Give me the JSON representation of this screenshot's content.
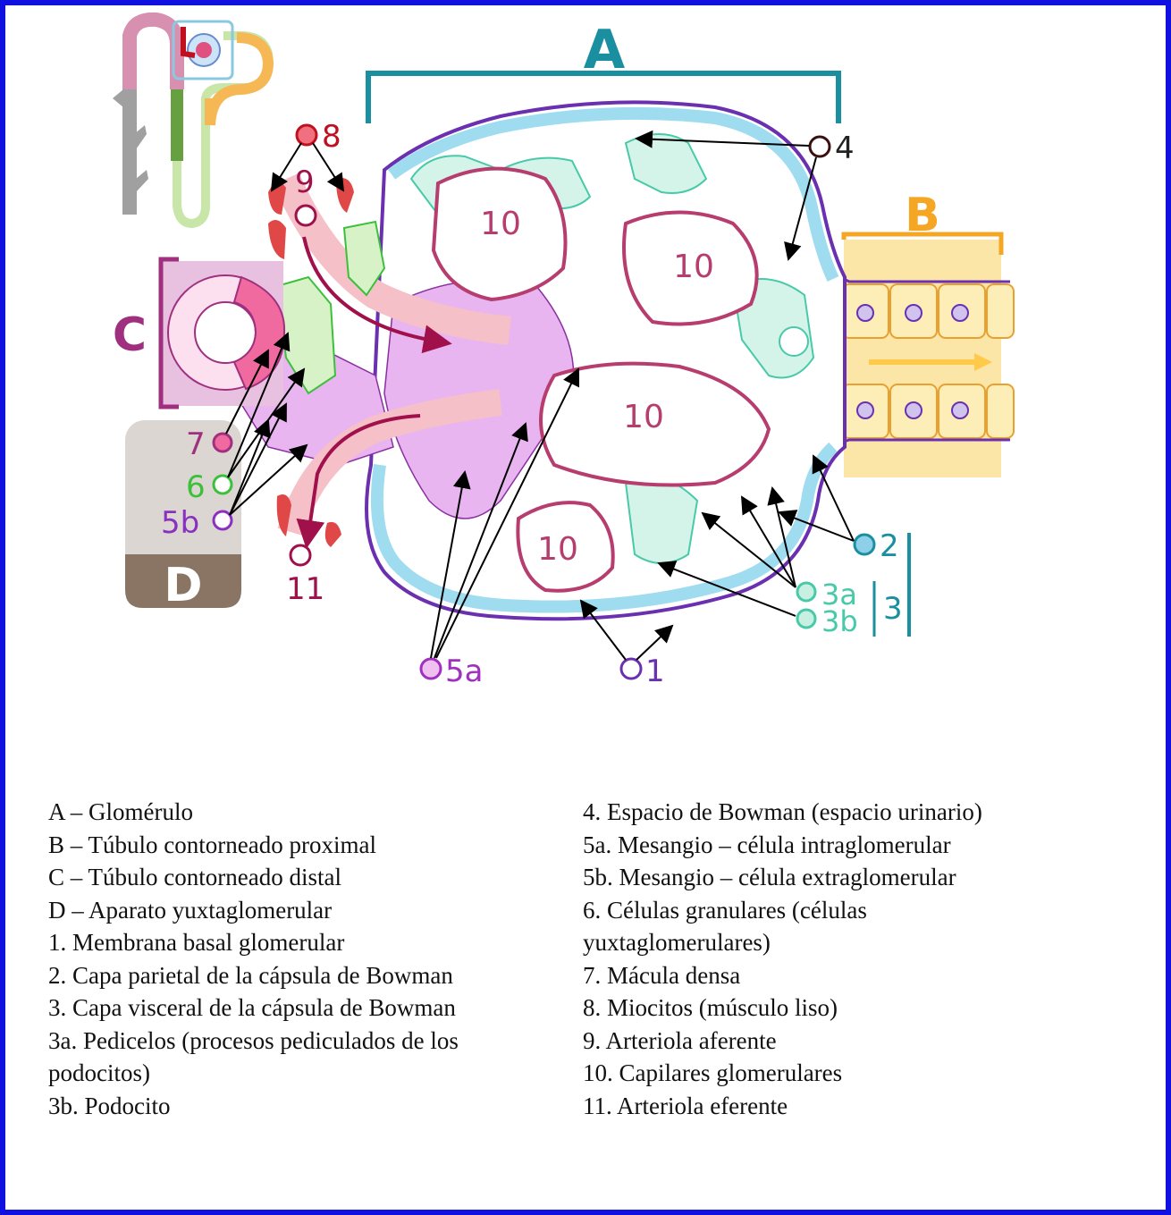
{
  "diagram": {
    "labels": {
      "A": "A",
      "B": "B",
      "C": "C",
      "D": "D",
      "n1": "1",
      "n2": "2",
      "n3": "3",
      "n3a": "3a",
      "n3b": "3b",
      "n4": "4",
      "n5a": "5a",
      "n5b": "5b",
      "n6": "6",
      "n7": "7",
      "n8": "8",
      "n9": "9",
      "n10": "10",
      "n11": "11"
    },
    "colors": {
      "border": "#1010e0",
      "glomerulus": "#1a8fa0",
      "proximal": "#f5a623",
      "distal": "#a0307f",
      "jga": "#8a7565",
      "capsule": "#6a30b0",
      "parietal": "#9fdcf0",
      "podocyte": "#48c9a8",
      "capillary": "#b63d6e",
      "mesangium": "#e8b5f0",
      "granular": "#3cc03c",
      "macula": "#f06aa0",
      "myocyte": "#e04848"
    }
  },
  "legend": {
    "left": [
      "A – Glomérulo",
      "B – Túbulo contorneado proximal",
      "C – Túbulo contorneado distal",
      "D – Aparato yuxtaglomerular",
      "1. Membrana basal glomerular",
      "2. Capa parietal de la cápsula de Bowman",
      "3. Capa visceral de la cápsula de Bowman",
      "3a. Pedicelos (procesos pediculados de los",
      "podocitos)",
      "3b. Podocito"
    ],
    "right": [
      "4. Espacio de Bowman (espacio urinario)",
      "5a. Mesangio – célula intraglomerular",
      "5b. Mesangio – célula extraglomerular",
      "6. Células granulares (células",
      "yuxtaglomerulares)",
      "7. Mácula densa",
      "8. Miocitos (músculo liso)",
      "9. Arteriola aferente",
      "10. Capilares glomerulares",
      "11. Arteriola eferente"
    ]
  }
}
